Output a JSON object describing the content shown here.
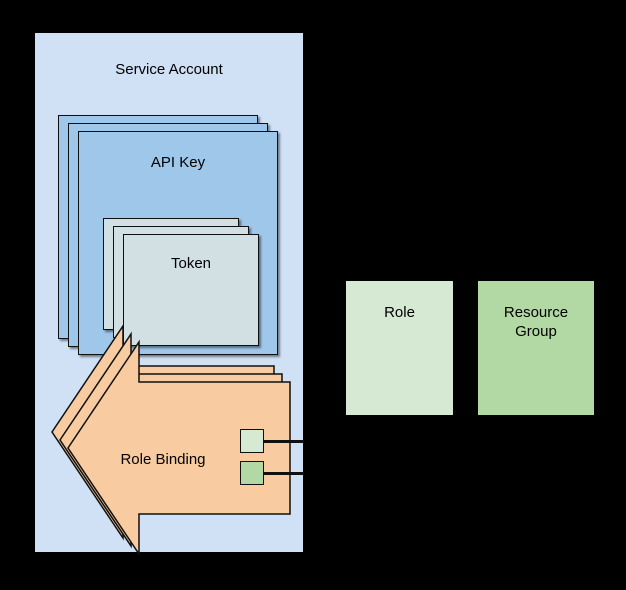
{
  "diagram": {
    "background_color": "#000000",
    "title_text_color": "#000000"
  },
  "service_account": {
    "label": "Service Account",
    "fill": "#D0E1F5"
  },
  "api_key": {
    "label": "API Key",
    "fill": "#9EC7EA",
    "stack_count": 3
  },
  "token": {
    "label": "Token",
    "fill": "#D3E0E3",
    "stack_count": 3
  },
  "role_binding": {
    "label": "Role Binding",
    "fill": "#F8CBA0",
    "stack_count": 3,
    "ports": [
      {
        "name": "role-port",
        "fill": "#D6E9D2"
      },
      {
        "name": "resource-group-port",
        "fill": "#B2D8A4"
      }
    ]
  },
  "role": {
    "label": "Role",
    "fill": "#D6E9D2"
  },
  "resource_group": {
    "label": "Resource\nGroup",
    "fill": "#B2D8A4"
  },
  "connectors": [
    {
      "name": "role-binding-to-role",
      "color": "#101010"
    },
    {
      "name": "role-binding-to-resource-group",
      "color": "#101010"
    }
  ]
}
